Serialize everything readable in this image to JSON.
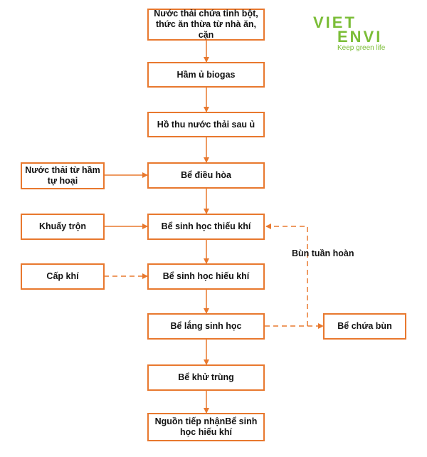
{
  "logo": {
    "line1": "VIET",
    "line2": "ENVI",
    "tagline": "Keep green life",
    "color": "#7bbd37"
  },
  "colors": {
    "stroke": "#e8782e",
    "text": "#111111"
  },
  "nodes": {
    "input": "Nước thải chứa tinh bột, thức ăn thừa từ nhà ăn, cặn",
    "biogas": "Hầm ủ biogas",
    "collection": "Hồ thu nước thải sau ủ",
    "septic": "Nước thải từ hầm tự hoại",
    "equalization": "Bể điều hòa",
    "mixing": "Khuấy trộn",
    "anoxic": "Bể sinh học thiếu khí",
    "aeration_supply": "Cấp khí",
    "aerobic": "Bể sinh học hiếu khí",
    "settling": "Bể lắng sinh học",
    "sludge_tank": "Bể chứa bùn",
    "disinfection": "Bể khử trùng",
    "receiver": "Nguồn tiếp nhậnBể sinh học hiếu khí"
  },
  "edge_labels": {
    "sludge_recycle": "Bùn tuần hoàn"
  }
}
